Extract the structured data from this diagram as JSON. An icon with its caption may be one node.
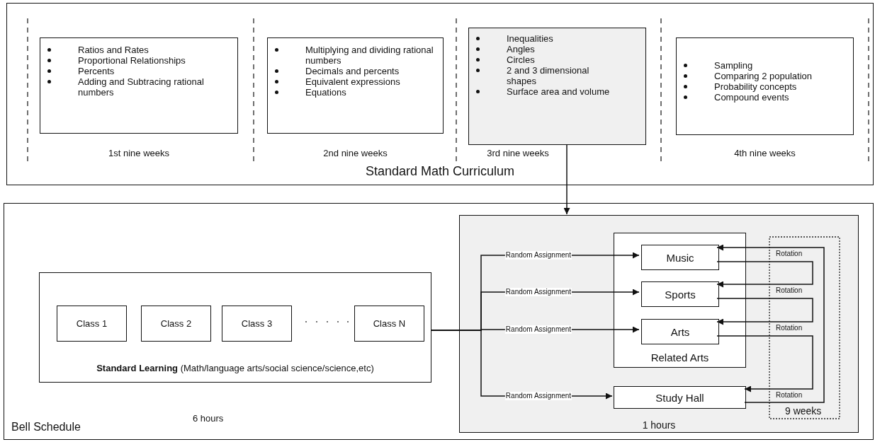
{
  "diagram": {
    "nodes": [
      {
        "text": [
          "Standard Math Curriculum"
        ]
      },
      {
        "text": [
          "Ratios and Rates",
          "Proportional Relationships",
          "Percents",
          "Adding and Subtracing rational numbers"
        ],
        "in": 0,
        "beside": [
          "1st  nine weeks"
        ]
      },
      {
        "text": [
          "Multiplying and dividing rational numbers",
          "Decimals and percents",
          "Equivalent expressions",
          "Equations"
        ],
        "in": 0,
        "beside": [
          "2nd  nine weeks"
        ]
      },
      {
        "text": [
          "Inequalities",
          "Angles",
          "Circles",
          "2 and 3 dimensional shapes",
          "Surface area and volume"
        ],
        "in": 0,
        "beside": [
          "3rd  nine weeks"
        ]
      },
      {
        "text": [
          "Sampling",
          "Comparing 2 population",
          "Probability concepts",
          "Compound events"
        ],
        "in": 0,
        "beside": [
          "4th  nine weeks"
        ]
      },
      {
        "text": [
          "Bell Schedule"
        ]
      },
      {
        "text": [
          "**Standard Learning** (Math/language arts/social science/science,etc)"
        ],
        "in": 5
      },
      {
        "text": [
          "Class 1"
        ],
        "in": 6
      },
      {
        "text": [
          "Class 2"
        ],
        "in": 6
      },
      {
        "text": [
          "Class 3"
        ],
        "in": 6
      },
      {
        "text": [
          "Class N"
        ],
        "in": 6
      },
      {
        "text": [
          "1 hours"
        ],
        "in": 5
      },
      {
        "text": [
          "Related Arts"
        ],
        "in": 11
      },
      {
        "text": [
          "Music"
        ],
        "in": 12
      },
      {
        "text": [
          "Sports"
        ],
        "in": 12
      },
      {
        "text": [
          "Arts"
        ],
        "in": 12
      },
      {
        "text": [
          "Study Hall"
        ],
        "in": 11
      }
    ],
    "edges": [
      {
        "from": 3,
        "to": 11,
        "arrow": "to"
      },
      {
        "from": 6,
        "to": 13,
        "arrow": "to",
        "label": "Random Assignment"
      },
      {
        "from": 6,
        "to": 14,
        "arrow": "to",
        "label": "Random Assignment"
      },
      {
        "from": 6,
        "to": 15,
        "arrow": "to",
        "label": "Random Assignment"
      },
      {
        "from": 6,
        "to": 16,
        "arrow": "to",
        "label": "Random Assignment"
      },
      {
        "from": 13,
        "to": 14,
        "arrow": "to",
        "label": "Rotation"
      },
      {
        "from": 14,
        "to": 15,
        "arrow": "to",
        "label": "Rotation"
      },
      {
        "from": 15,
        "to": 16,
        "arrow": "to",
        "label": "Rotation"
      },
      {
        "from": 16,
        "to": 13,
        "arrow": "to",
        "label": "Rotation"
      }
    ],
    "labels": [
      "6 hours",
      "9 weeks"
    ]
  }
}
